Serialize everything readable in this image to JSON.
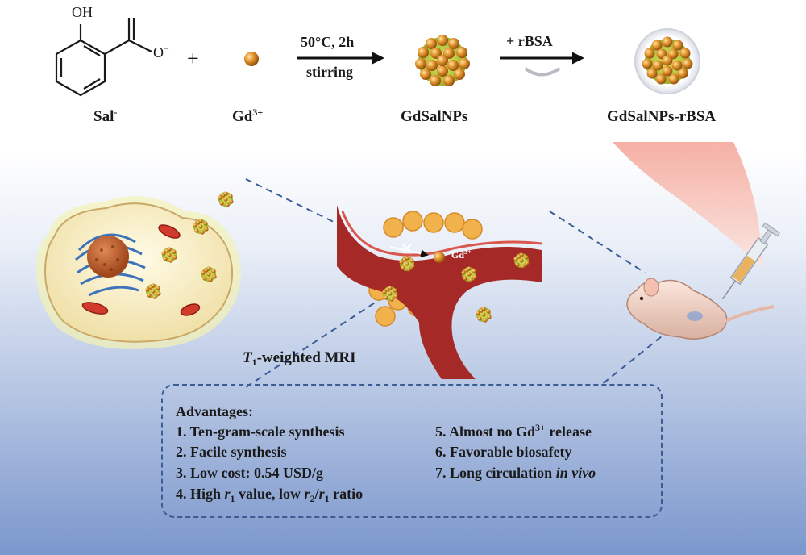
{
  "reaction": {
    "oh": "OH",
    "o_minus": "O",
    "o_minus_sup": "−",
    "plus": "+",
    "condition_top": "50°C, 2h",
    "condition_bottom": "stirring",
    "rbsa_condition": "+ rBSA"
  },
  "labels": {
    "sal": "Sal",
    "sal_sup": "-",
    "gd": "Gd",
    "gd_sup": "3+",
    "gdsalnps": "GdSalNPs",
    "gdsalnps_rbsa": "GdSalNPs-rBSA",
    "vessel_gd": "Gd",
    "vessel_gd_sup": "3+",
    "mri_t": "T",
    "mri_sub": "1",
    "mri_rest": "-weighted MRI"
  },
  "advantages": {
    "heading": "Advantages:",
    "item1": "1. Ten-gram-scale synthesis",
    "item2": "2. Facile synthesis",
    "item3": "3. Low cost: 0.54 USD/g",
    "item4_a": "4. High ",
    "item4_r": "r",
    "item4_sub1": "1",
    "item4_b": " value, low ",
    "item4_r2": "r",
    "item4_sub2": "2",
    "item4_slash": "/",
    "item4_r3": "r",
    "item4_sub3": "1",
    "item4_c": " ratio",
    "item5_a": "5. Almost no Gd",
    "item5_sup": "3+",
    "item5_b": " release",
    "item6": "6. Favorable biosafety",
    "item7_a": "7. Long circulation ",
    "item7_b": "in vivo"
  },
  "colors": {
    "particle": "#c8862c",
    "particle_core": "#b7c93b",
    "arrow": "#111111",
    "dashed": "#3a5d98",
    "vessel": "#a32222"
  }
}
